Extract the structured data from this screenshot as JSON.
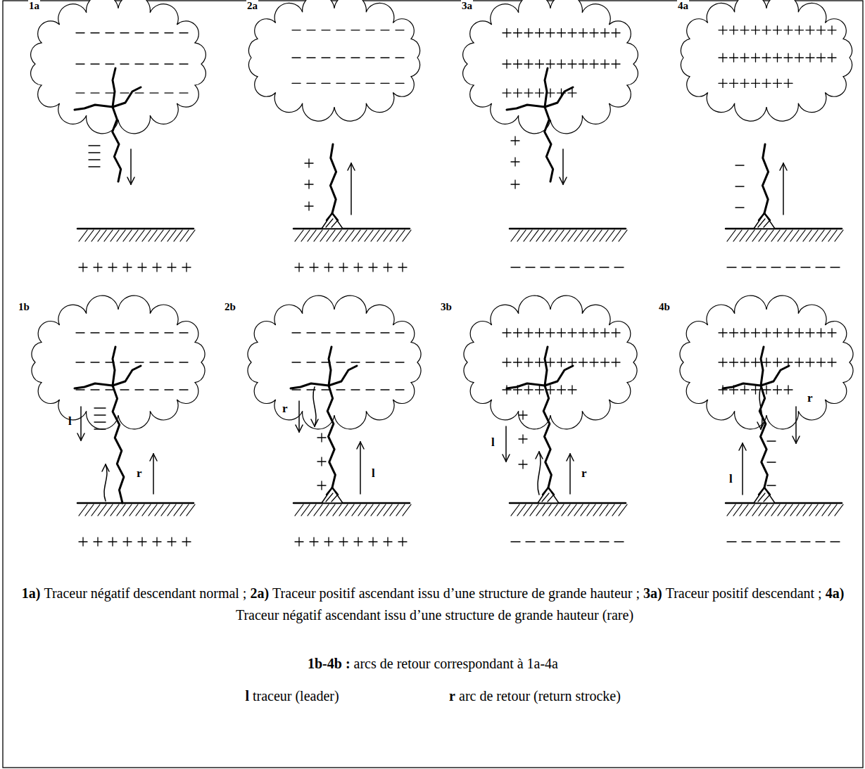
{
  "diagram": {
    "labels": [
      "1a",
      "2a",
      "3a",
      "4a",
      "1b",
      "l",
      "r",
      "2b",
      "r",
      "l",
      "3b",
      "l",
      "r",
      "4b",
      "r",
      "l",
      "1a)",
      "Traceur négatif descendant normal ;",
      "2a)",
      "Traceur positif ascendant issu d’une structure de grande hauteur ;",
      "3a)",
      "Traceur positif descendant ;",
      "4a)",
      "Traceur négatif ascendant issu d’une structure de grande hauteur (rare)",
      "1b-4b :",
      "arcs de retour correspondant à 1a-4a",
      "l",
      "traceur (leader)",
      "r",
      "arc de retour (return strocke)"
    ]
  }
}
